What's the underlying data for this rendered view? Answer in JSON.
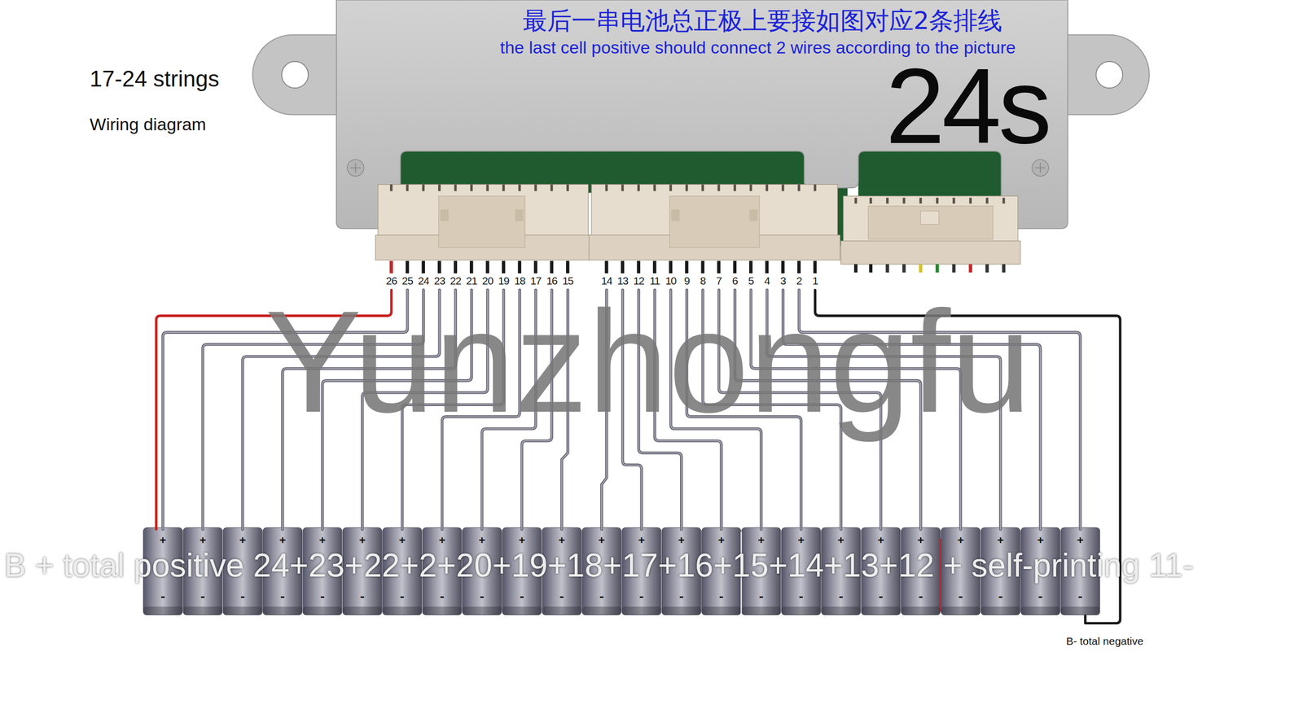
{
  "diagram": {
    "title": "17-24 strings",
    "nodes": [
      {
        "text": [
          "最后一串电池总正极上要接如图对应2条排线",
          "the last cell positive should connect 2 wires according to the picture",
          "24s"
        ]
      }
    ],
    "labels": [
      "Wiring diagram",
      "26",
      "25",
      "24",
      "23",
      "22",
      "21",
      "20",
      "19",
      "18",
      "17",
      "16",
      "15",
      "14",
      "13",
      "12",
      "11",
      "10",
      "9",
      "8",
      "7",
      "6",
      "5",
      "4",
      "3",
      "2",
      "1",
      "Yunzhongfu",
      "+",
      "+",
      "+",
      "+",
      "+",
      "+",
      "+",
      "+",
      "+",
      "+",
      "+",
      "+",
      "+",
      "+",
      "+",
      "+",
      "+",
      "+",
      "+",
      "+",
      "+",
      "+",
      "+",
      "+",
      "B + total positive 24+23+22+2+20+19+18+17+16+15+14+13+12 + self-printing 11-",
      "-",
      "-",
      "-",
      "-",
      "-",
      "-",
      "-",
      "-",
      "-",
      "-",
      "-",
      "-",
      "-",
      "-",
      "-",
      "-",
      "-",
      "-",
      "-",
      "-",
      "-",
      "-",
      "-",
      "-",
      "B- total negative"
    ]
  }
}
